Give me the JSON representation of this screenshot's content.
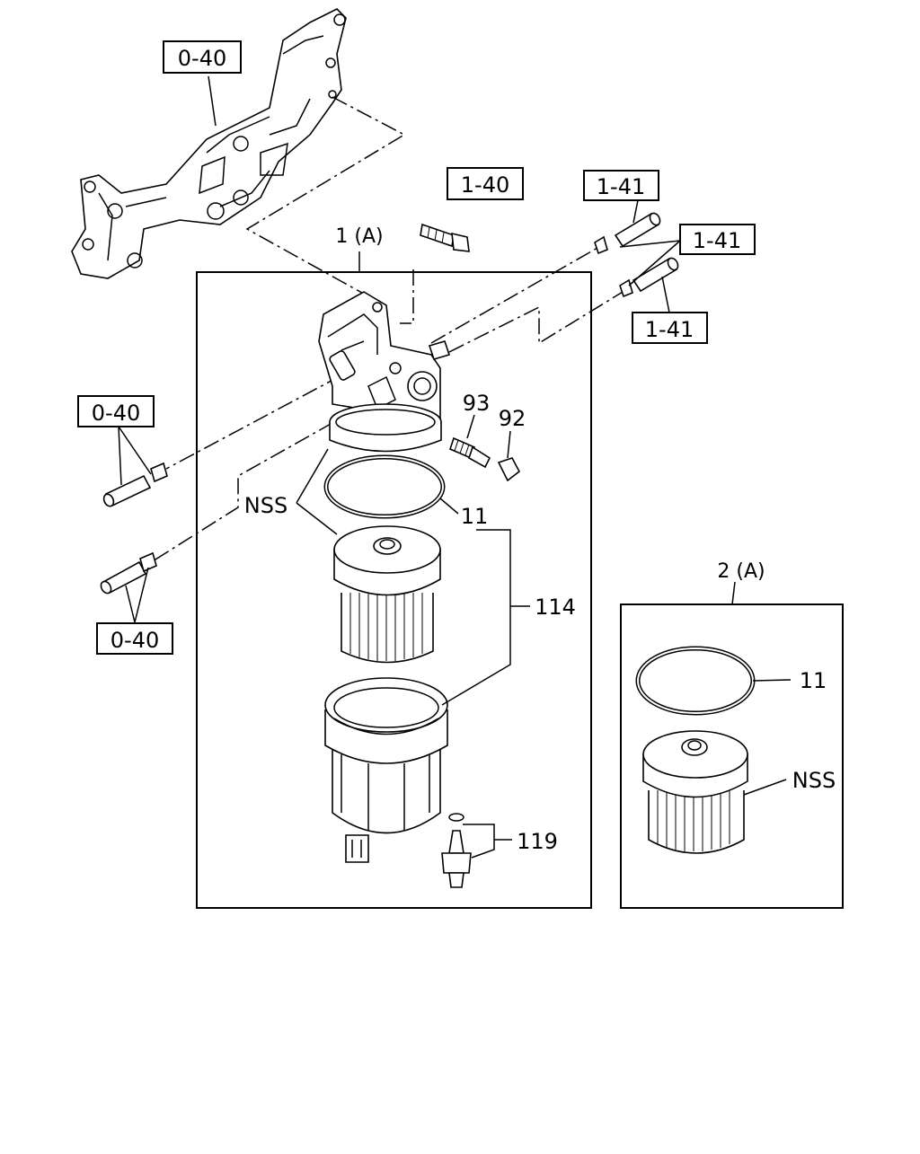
{
  "callouts": {
    "ref_040_top": "0-40",
    "ref_140": "1-40",
    "ref_141_a": "1-41",
    "ref_141_b": "1-41",
    "ref_141_c": "1-41",
    "ref_040_mid": "0-40",
    "ref_040_low": "0-40"
  },
  "labels": {
    "assy_1": "1 (A)",
    "assy_2": "2 (A)",
    "p93": "93",
    "p92": "92",
    "nss_main": "NSS",
    "p11_main": "11",
    "p114": "114",
    "p119": "119",
    "p11_kit": "11",
    "nss_kit": "NSS"
  }
}
